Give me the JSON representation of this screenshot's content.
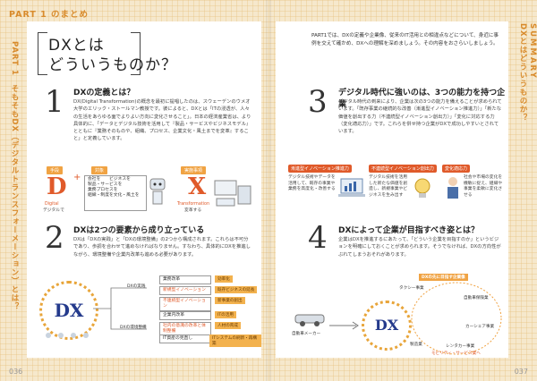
{
  "header": {
    "part": "PART 1 のまとめ"
  },
  "left": {
    "vertical_title": "PART 1　そもそもDX（デジタルトランスフォーメーション）とは？",
    "page_number": "036",
    "main_title_1": "DXとは",
    "main_title_2": "どういうものか？",
    "s1": {
      "num": "1",
      "heading": "DXの定義とは？",
      "body": "DX(Digital Transformation)の概念を最初に提唱したのは、スウェーデンのウメオ大学のエリック・ストールマン教授です。彼によると、DXとは「ITの浸透が、人々の生活をあらゆる面でよりよい方向に変化させること」。日本の経済産業省は、より具体的に、「データとデジタル技術を活用して『製品・サービスやビジネスモデル』とともに『業務そのものや、組織、プロセス、企業文化・風土までを変革』すること」と定義しています。",
      "col1": "手段",
      "col2": "対象",
      "col3": "実施事項",
      "d_letter": "D",
      "d_sub": "Digital",
      "d_jp": "デジタルで",
      "targets": "会社を　　ビジネスを\n製品・サービスを\n業務プロセスを\n組織・制度を文化・風土を",
      "x_letter": "X",
      "x_sub": "Transformation",
      "x_jp": "変革する"
    },
    "s2": {
      "num": "2",
      "heading": "DXは2つの要素から成り立っている",
      "body": "DXは「DXの実践」と「DXの環境整備」の2つから構成されます。これらは不可分であり、歩調を合わせて進めなければなりません。すなわち、具体的にDXを推進しながら、環境整備や企業内改革も進める必要があります。",
      "dx": "DX",
      "jissen": "DXの実践",
      "kankyo": "DXの環境整備",
      "i1": "業務改革",
      "i2": "新規型イノベーション",
      "i3": "不連続型イノベーション",
      "i4": "企業内改革",
      "i5": "社内の意識の改革と体制整備",
      "i6": "IT資産の見直し",
      "n1": "効率化",
      "n2": "既存ビジネスの延長",
      "n3": "新事業の創出",
      "n4": "ITの活用",
      "n5": "人材の育成",
      "n6": "ITシステムの刷新・再構築"
    }
  },
  "right": {
    "vertical_tag": "SUMMARY",
    "vertical_title": "DXとはどういうものか？",
    "page_number": "037",
    "intro": "PART1では、DXの定義や企業像、従来のIT活用との相違点などについて、身近に事例を交えて確かめ、DXへの理解を深めましょう。その内容をおさらいしましょう。",
    "s3": {
      "num": "3",
      "heading": "デジタル時代に強いのは、3つの能力を持つ企業",
      "body": "デジタル時代の到来により、企業は次の3つの能力を備えることが求められています。「既存事業の継続的な改善（漸進型イノベーション推進力）」「新たな価値を創出する力（不連続型イノベーション創出力）」「変化に対応する力（変化適応力）」です。これらを併せ持つ企業がDXで成功しやすいとされています。",
      "b1": "漸進型イノベーション推進力",
      "b2": "不連続型イノベーション創出力",
      "b3": "変化適応力",
      "t1": "デジタル技術やデータを活用して、既存の事業や業務を高度化・改善する",
      "t2": "デジタル技術を活用した新たな価値を創造し、新規事業やビジネスを生み出す",
      "t3": "社会や市場の変化を機敏に捉え、組織や事業を柔軟に変化させる"
    },
    "s4": {
      "num": "4",
      "heading": "DXによって企業が目指すべき姿とは？",
      "body": "企業はDXを推進するにあたって、「どういう企業を目指すのか」というビジョンを明確にしておくことが求められます。そうでなければ、DXの方向性がぶれてしまうおそれがあります。",
      "dx": "DX",
      "pill": "DXの先に目指す企業像",
      "l1": "タクシー事業",
      "l2": "自動車保険業",
      "l3": "カーシェア事業",
      "l4": "製造業",
      "l5": "レンタカー事業",
      "l6": "モビリティ・サービス業へ",
      "l7": "自動車メーカー"
    }
  }
}
